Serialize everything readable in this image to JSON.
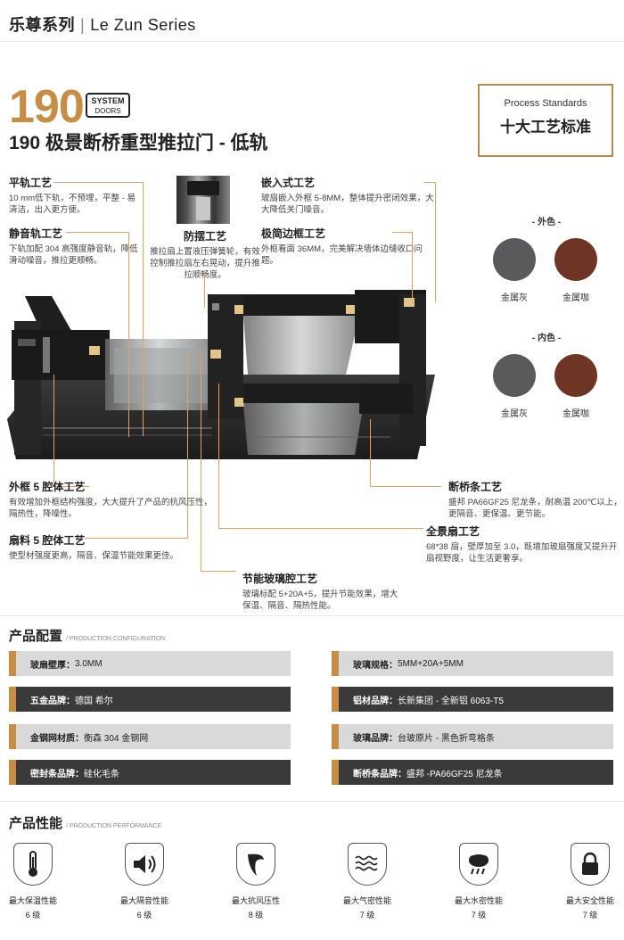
{
  "header": {
    "series_cn": "乐尊系列",
    "series_sep": "|",
    "series_en": "Le Zun Series"
  },
  "product": {
    "model": "190",
    "badge_top": "SYSTEM",
    "badge_bottom": "DOORS",
    "title": "190 极景断桥重型推拉门 - 低轨"
  },
  "standards": {
    "en": "Process Standards",
    "cn": "十大工艺标准"
  },
  "annotations": [
    {
      "title": "平轨工艺",
      "text": "10 mm低下轨，不预埋，平整 - 易清洁，出入更方便。"
    },
    {
      "title": "静音轨工艺",
      "text": "下轨加配 304 高强度静音轨，降低滑动噪音，推拉更顺畅。"
    },
    {
      "title": "防摆工艺",
      "text": "推拉扇上置液压弹簧轮，有效控制推拉扇左右晃动，提升推拉顺畅度。"
    },
    {
      "title": "嵌入式工艺",
      "text": "玻扇嵌入外框 5-8MM，整体提升密闭效果，大大降低关门噪音。"
    },
    {
      "title": "极简边框工艺",
      "text": "外框看面 36MM，完美解决墙体边缝收口问题。"
    },
    {
      "title": "外框 5 腔体工艺",
      "text": "有效增加外框结构强度，大大提升了产品的抗风压性，隔热性，降噪性。"
    },
    {
      "title": "扇料 5 腔体工艺",
      "text": "使型材强度更高，隔音、保温节能效果更佳。"
    },
    {
      "title": "节能玻璃腔工艺",
      "text": "玻璃标配 5+20A+5，提升节能效果，增大保温、隔音、隔热性能。"
    },
    {
      "title": "断桥条工艺",
      "text": "盛邦 PA66GF25 尼龙条，耐高温 200℃以上，更隔音、更保温、更节能。"
    },
    {
      "title": "全景扇工艺",
      "text": "68*38 扇，壁厚加至 3.0，既增加玻扇强度又提升开扇视野度，让生活更奢享。"
    }
  ],
  "colors": {
    "outer_title": "- 外色 -",
    "inner_title": "- 内色 -",
    "outer": [
      {
        "name": "金属灰",
        "hex": "#5a5a5c"
      },
      {
        "name": "金属咖",
        "hex": "#6e3524"
      }
    ],
    "inner": [
      {
        "name": "金属灰",
        "hex": "#5a5a5c"
      },
      {
        "name": "金属咖",
        "hex": "#6e3524"
      }
    ]
  },
  "config": {
    "title": "产品配置",
    "subtitle": "PRODUCTION CONFIGURATION",
    "rows": [
      {
        "k": "玻扇壁厚：",
        "v": "3.0MM"
      },
      {
        "k": "玻璃规格：",
        "v": "5MM+20A+5MM"
      },
      {
        "k": "五金品牌：",
        "v": "德国 希尔"
      },
      {
        "k": "铝材品牌：",
        "v": "长新集团 - 全新铝 6063-T5"
      },
      {
        "k": "金钢网材质：",
        "v": "衡森 304 金钢网"
      },
      {
        "k": "玻璃品牌：",
        "v": "台玻原片 - 黑色折弯格条"
      },
      {
        "k": "密封条品牌：",
        "v": "硅化毛条"
      },
      {
        "k": "断桥条品牌：",
        "v": "盛邦 -PA66GF25 尼龙条"
      }
    ]
  },
  "performance": {
    "title": "产品性能",
    "subtitle": "PRODUCTION PERFORMANCE",
    "items": [
      {
        "label": "最大保温性能",
        "level": "6 级",
        "icon": "thermometer-icon"
      },
      {
        "label": "最大隔音性能",
        "level": "6 级",
        "icon": "speaker-icon"
      },
      {
        "label": "最大抗风压性",
        "level": "8 级",
        "icon": "wind-icon"
      },
      {
        "label": "最大气密性能",
        "level": "7 级",
        "icon": "airtight-icon"
      },
      {
        "label": "最大水密性能",
        "level": "7 级",
        "icon": "rain-cloud-icon"
      },
      {
        "label": "最大安全性能",
        "level": "7 级",
        "icon": "lock-icon"
      }
    ]
  }
}
